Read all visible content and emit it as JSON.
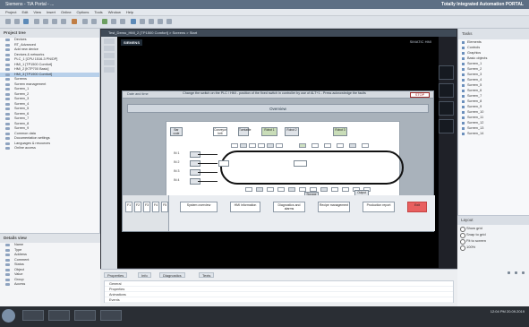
{
  "window": {
    "title": "Siemens - TIA Portal - ...",
    "brand": "Totally Integrated Automation PORTAL",
    "menu": [
      "Project",
      "Edit",
      "View",
      "Insert",
      "Online",
      "Options",
      "Tools",
      "Window",
      "Help"
    ]
  },
  "left_panel": {
    "title": "Project tree",
    "items": [
      "Devices",
      "RT_Advanced",
      "Add new device",
      "Devices & networks",
      "PLC_1 [CPU 1516-3 PN/DP]",
      "HMI_1 [TP1500 Comfort]",
      "HMI_2 [KTP700 Basic]",
      "HMI_3 [TP1900 Comfort]",
      "Screens",
      "Screen management",
      "Screen_1",
      "Screen_2",
      "Screen_3",
      "Screen_4",
      "Screen_5",
      "Screen_6",
      "Screen_7",
      "Screen_8",
      "Screen_9",
      "Common data",
      "Documentation settings",
      "Languages & resources",
      "Online access"
    ],
    "details_title": "Details view",
    "details_items": [
      "Name",
      "Type",
      "Address",
      "Comment",
      "Status",
      "Object",
      "Value",
      "Group",
      "Access"
    ]
  },
  "hmi": {
    "tab": "Test_Demo_HMI_2 [TP1500 Comfort] > Screens > Start",
    "screen_title": "Overview",
    "brand": "SIEMENS",
    "model": "SIMATIC HMI",
    "banner_left": "Date and time",
    "banner_center": "Change the switch on the PLC / HMI - position of the fixed switch in controller by use of ALT+1 - Press acknowledge the faults",
    "stop_label": "STOP",
    "diagram": {
      "top_labels": [
        "Bar code",
        "Conveyor belt",
        "Turntable",
        "Robot 1",
        "Robot 2",
        "Robot 3"
      ],
      "left_labels": [
        "IN 1",
        "IN 2",
        "IN 3",
        "IN 4"
      ],
      "bottom_labels": [
        "Storage",
        "Output"
      ]
    },
    "bottom_buttons": [
      "System overview",
      "HMI\ninformation",
      "Diagnostics\nand alarms",
      "Recipe\nmanagement",
      "Production\nreport",
      "Exit"
    ],
    "bottom_left_buttons": [
      "F1",
      "F2",
      "F3",
      "F4",
      "F5"
    ]
  },
  "right_panel": {
    "title": "Tasks",
    "items": [
      "Elements",
      "Controls",
      "Graphics",
      "Basic objects",
      "Screen_1",
      "Screen_2",
      "Screen_3",
      "Screen_4",
      "Screen_5",
      "Screen_6",
      "Screen_7",
      "Screen_8",
      "Screen_9",
      "Screen_10",
      "Screen_11",
      "Screen_12",
      "Screen_13",
      "Screen_14"
    ],
    "bottom_title": "Layout",
    "options": [
      "Show grid",
      "Snap to grid",
      "Fit to screen"
    ],
    "zoom": "100%"
  },
  "inspector": {
    "tabs": [
      "Properties",
      "Info",
      "Diagnostics",
      "Texts"
    ],
    "rows": [
      "General",
      "Properties",
      "Animations",
      "Events"
    ]
  },
  "taskbar": {
    "time": "12:04 PM",
    "date": "20.09.2019"
  }
}
